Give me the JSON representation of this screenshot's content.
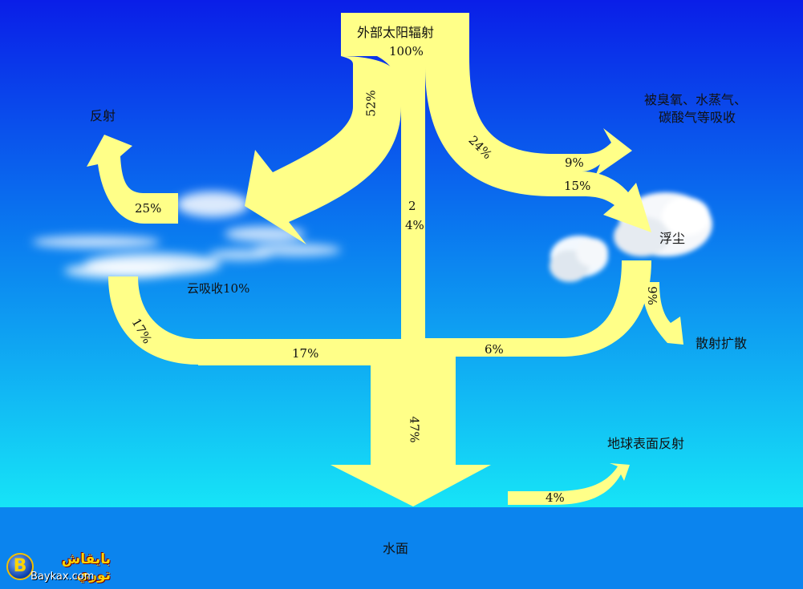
{
  "labels": {
    "solar": "外部太阳辐射",
    "solar_pct": "100%",
    "reflect": "反射",
    "reflect_pct": "25%",
    "pct_52": "52%",
    "pct_24_center_a": "2",
    "pct_24_center_b": "4%",
    "pct_24_right": "24%",
    "absorb_line1": "被臭氧、水蒸气、",
    "absorb_line2": "碳酸气等吸收",
    "pct_9": "9%",
    "pct_15": "15%",
    "dust": "浮尘",
    "cloud_absorb": "云吸收10%",
    "pct_17_curve": "17%",
    "pct_17_h": "17%",
    "pct_6": "6%",
    "pct_9_scatter": "9%",
    "scatter": "散射扩散",
    "pct_47": "47%",
    "earth_reflect": "地球表面反射",
    "pct_4": "4%",
    "water": "水面"
  },
  "logo": {
    "mark": "B",
    "text": "بايقاش توري",
    "url": "Baykax.com"
  },
  "colors": {
    "sky_top": "#0a1ee8",
    "sky_bottom": "#14e3f7",
    "water": "#0b84ee",
    "arrow": "#ffff88"
  }
}
